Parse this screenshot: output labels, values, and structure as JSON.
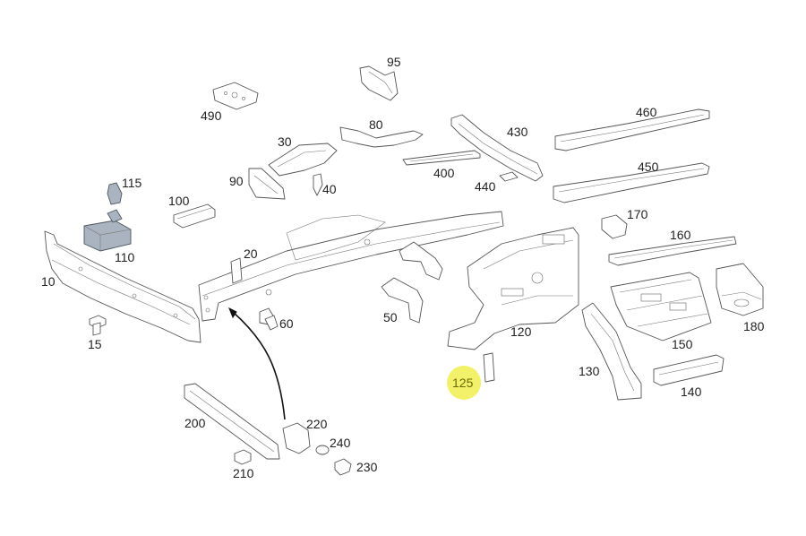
{
  "diagram": {
    "callouts": [
      {
        "id": "95",
        "label": "95"
      },
      {
        "id": "490",
        "label": "490"
      },
      {
        "id": "80",
        "label": "80"
      },
      {
        "id": "430",
        "label": "430"
      },
      {
        "id": "460",
        "label": "460"
      },
      {
        "id": "30",
        "label": "30"
      },
      {
        "id": "400",
        "label": "400"
      },
      {
        "id": "440",
        "label": "440"
      },
      {
        "id": "450",
        "label": "450"
      },
      {
        "id": "90",
        "label": "90"
      },
      {
        "id": "40",
        "label": "40"
      },
      {
        "id": "115",
        "label": "115"
      },
      {
        "id": "100",
        "label": "100"
      },
      {
        "id": "170",
        "label": "170"
      },
      {
        "id": "160",
        "label": "160"
      },
      {
        "id": "20",
        "label": "20"
      },
      {
        "id": "110",
        "label": "110"
      },
      {
        "id": "10",
        "label": "10"
      },
      {
        "id": "180",
        "label": "180"
      },
      {
        "id": "50",
        "label": "50"
      },
      {
        "id": "60",
        "label": "60"
      },
      {
        "id": "120",
        "label": "120"
      },
      {
        "id": "150",
        "label": "150"
      },
      {
        "id": "15",
        "label": "15"
      },
      {
        "id": "125",
        "label": "125",
        "highlighted": true
      },
      {
        "id": "130",
        "label": "130"
      },
      {
        "id": "140",
        "label": "140"
      },
      {
        "id": "200",
        "label": "200"
      },
      {
        "id": "220",
        "label": "220"
      },
      {
        "id": "240",
        "label": "240"
      },
      {
        "id": "210",
        "label": "210"
      },
      {
        "id": "230",
        "label": "230"
      }
    ],
    "colors": {
      "highlight": "#f3f06a",
      "line": "#555555",
      "arrow": "#111111",
      "part_blue": "#a9b4c0"
    }
  }
}
